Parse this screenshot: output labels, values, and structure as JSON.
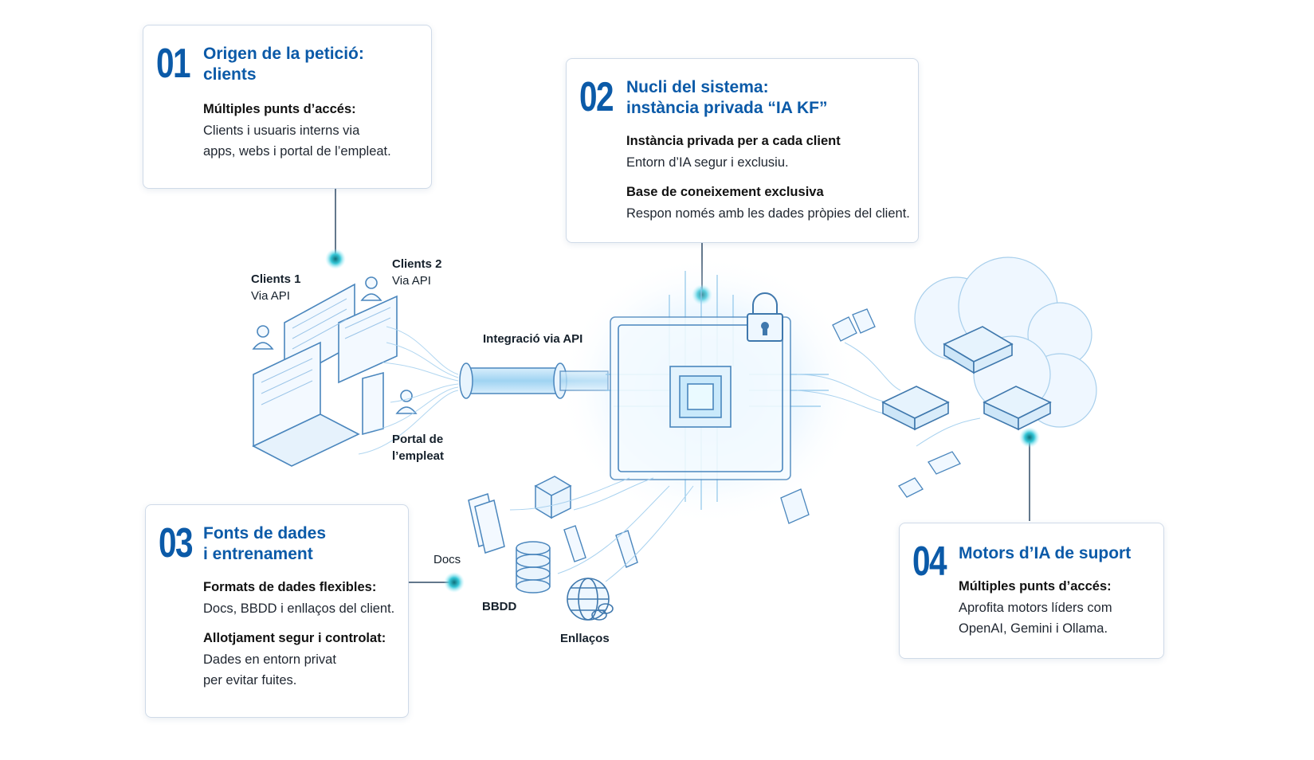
{
  "cards": {
    "c1": {
      "num": "01",
      "title1": "Origen de la petició:",
      "title2": "clients",
      "h1": "Múltiples punts d’accés:",
      "t1a": "Clients i usuaris interns via",
      "t1b": "apps, webs i portal de l’empleat."
    },
    "c2": {
      "num": "02",
      "title1": "Nucli del sistema:",
      "title2": "instància privada “IA KF”",
      "h1": "Instància privada per a cada client",
      "t1a": "Entorn d’IA segur i exclusiu.",
      "h2": "Base de coneixement exclusiva",
      "t2a": "Respon només amb les dades pròpies del client."
    },
    "c3": {
      "num": "03",
      "title1": "Fonts de dades",
      "title2": "i entrenament",
      "h1": "Formats de dades flexibles:",
      "t1a": "Docs, BBDD i enllaços del client.",
      "h2": "Allotjament segur i controlat:",
      "t2a": "Dades en entorn privat",
      "t2b": "per evitar fuites."
    },
    "c4": {
      "num": "04",
      "title1": "Motors d’IA de suport",
      "h1": "Múltiples punts d’accés:",
      "t1a": "Aprofita motors líders com",
      "t1b": "OpenAI, Gemini i Ollama."
    }
  },
  "labels": {
    "clients1_a": "Clients 1",
    "clients1_b": "Via API",
    "clients2_a": "Clients 2",
    "clients2_b": "Via API",
    "portal_a": "Portal de",
    "portal_b": "l’empleat",
    "integration": "Integració via API",
    "docs": "Docs",
    "bbdd": "BBDD",
    "links": "Enllaços"
  },
  "colors": {
    "accent": "#0b5aa8",
    "line": "#7fb6e0",
    "glow": "#3fd0e0"
  }
}
